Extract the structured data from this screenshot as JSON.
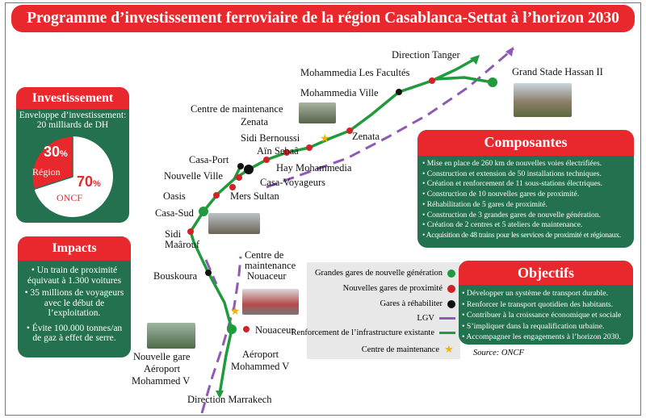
{
  "title": "Programme d’investissement ferroviaire de la région Casablanca-Settat à l’horizon 2030",
  "investissement": {
    "header": "Investissement",
    "line1": "Enveloppe d’investissement:",
    "line2": "20 milliards de DH",
    "slices": [
      {
        "label": "Région",
        "pct_text": "30",
        "value": 30,
        "color": "#e8282c"
      },
      {
        "label": "ONCF",
        "pct_text": "70",
        "value": 70,
        "color": "#ffffff"
      }
    ],
    "pct_sign": "%"
  },
  "impacts": {
    "header": "Impacts",
    "items": [
      "• Un train de proximité équivaut à 1.300 voitures",
      "• 35 millions de voyageurs avec le début de l’exploitation.",
      "• Évite 100.000 tonnes/an de gaz à effet de serre."
    ]
  },
  "composantes": {
    "header": "Composantes",
    "items": [
      "• Mise en place de 260 km de nouvelles voies électrifiées.",
      "• Construction et extension de 50 installations techniques.",
      "• Création et renforcement de 11 sous-stations électriques.",
      "• Construction de 10 nouvelles gares de proximité.",
      "• Réhabilitation de 5 gares de proximité.",
      "• Construction de 3 grandes gares de nouvelle génération.",
      "• Création de 2 centres et 5 ateliers de maintenance.",
      "• Acquisition de 48 trains pour les services de proximité et régionaux."
    ]
  },
  "objectifs": {
    "header": "Objectifs",
    "items": [
      "• Développer un système de transport durable.",
      "• Renforcer le transport quotidien des habitants.",
      "• Contribuer à la croissance  économique et sociale",
      "• S’impliquer dans la requalification urbaine.",
      "• Accompagner les engagements à l’horizon 2030."
    ]
  },
  "source": "Source: ONCF",
  "legend": {
    "items": [
      "Grandes gares de nouvelle génération",
      "Nouvelles gares de proximité",
      "Gares à réhabiliter",
      "LGV",
      "Renforcement de l’infrastructure existante",
      "Centre de maintenance"
    ],
    "colors": {
      "green": "#1f9a3c",
      "red": "#d42027",
      "black": "#111111",
      "purple": "#8e5ab5",
      "star": "#f4b400"
    }
  },
  "map": {
    "labels": {
      "tanger": "Direction Tanger",
      "facultes": "Mohammedia Les Facultés",
      "mville": "Mohammedia Ville",
      "stade": "Grand Stade Hassan II",
      "cm_zenata1": "Centre de maintenance",
      "cm_zenata2": "Zenata",
      "bernoussi": "Sidi Bernoussi",
      "zenata": "Zenata",
      "ainsebaa": "Aïn Sebaâ",
      "casaport": "Casa-Port",
      "hay": "Hay Mohammedia",
      "nville": "Nouvelle Ville",
      "voyageurs": "Casa-Voyageurs",
      "oasis": "Oasis",
      "mers": "Mers Sultan",
      "casasud": "Casa-Sud",
      "sidi1": "Sidi",
      "sidi2": "Maârouf",
      "bouskoura": "Bouskoura",
      "cmn1": "Centre de",
      "cmn2": "maintenance",
      "cmn3": "Nouaceur",
      "nouaceur": "Nouaceur",
      "ng1": "Nouvelle gare",
      "ng2": "Aéroport",
      "ng3": "Mohammed V",
      "aer1": "Aéroport",
      "aer2": "Mohammed V",
      "marrakech": "Direction Marrakech"
    }
  }
}
